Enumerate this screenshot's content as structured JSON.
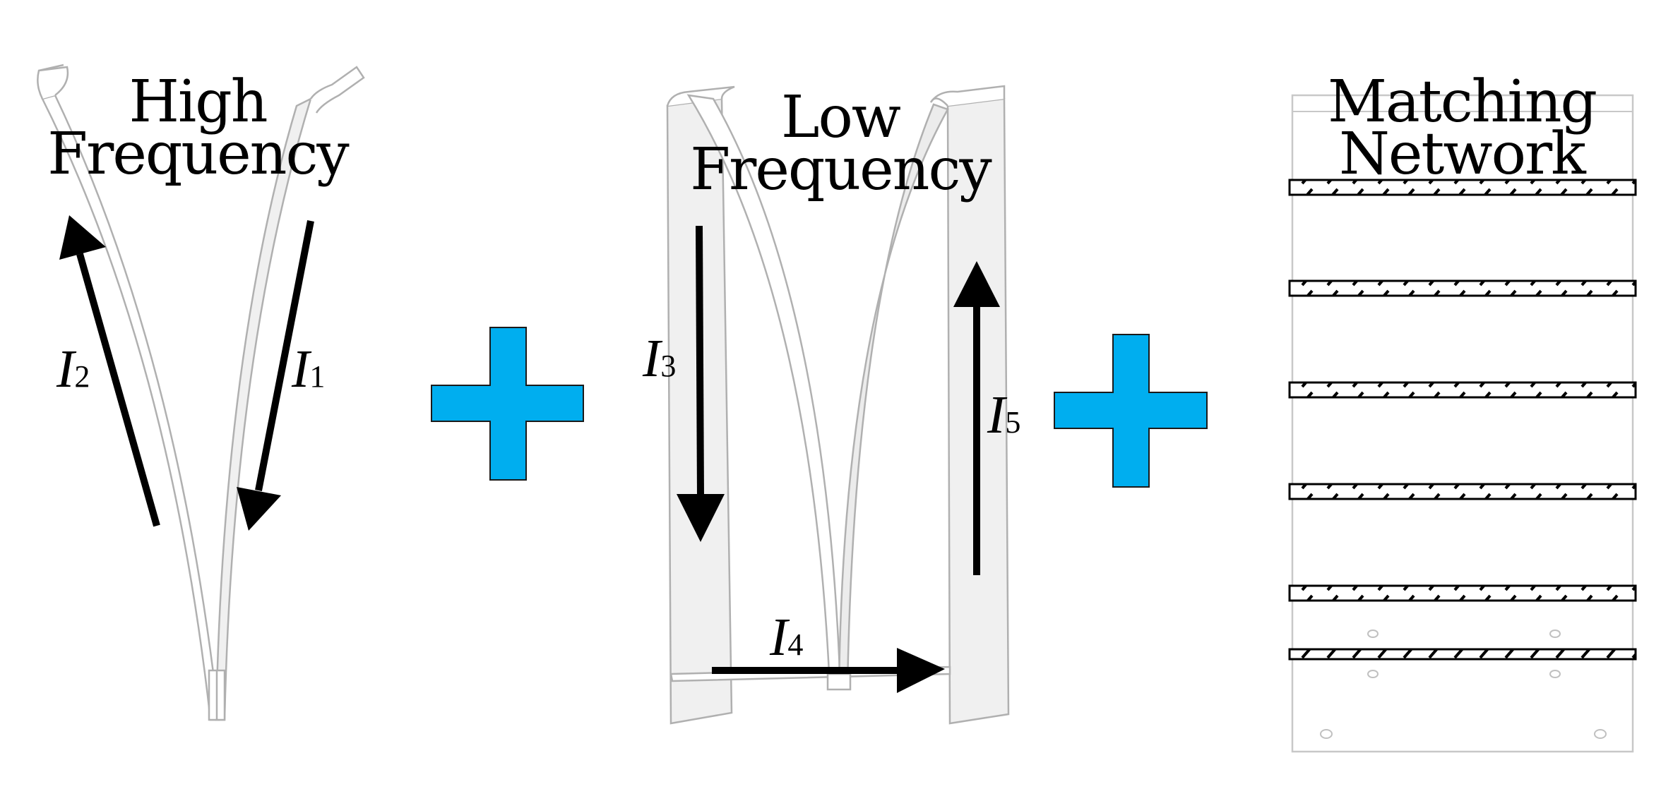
{
  "panels": {
    "high_frequency": {
      "title_line1": "High",
      "title_line2": "Frequency",
      "currents": [
        {
          "symbol": "I",
          "subscript": "2"
        },
        {
          "symbol": "I",
          "subscript": "1"
        }
      ]
    },
    "low_frequency": {
      "title_line1": "Low",
      "title_line2": "Frequency",
      "currents": [
        {
          "symbol": "I",
          "subscript": "3"
        },
        {
          "symbol": "I",
          "subscript": "4"
        },
        {
          "symbol": "I",
          "subscript": "5"
        }
      ]
    },
    "matching_network": {
      "title_line1": "Matching",
      "title_line2": "Network",
      "strip_count": 6
    }
  },
  "colors": {
    "plus": "#00aeef",
    "outline": "#b0b0b0",
    "fill": "#f0f0f0",
    "arrow": "#000000"
  }
}
